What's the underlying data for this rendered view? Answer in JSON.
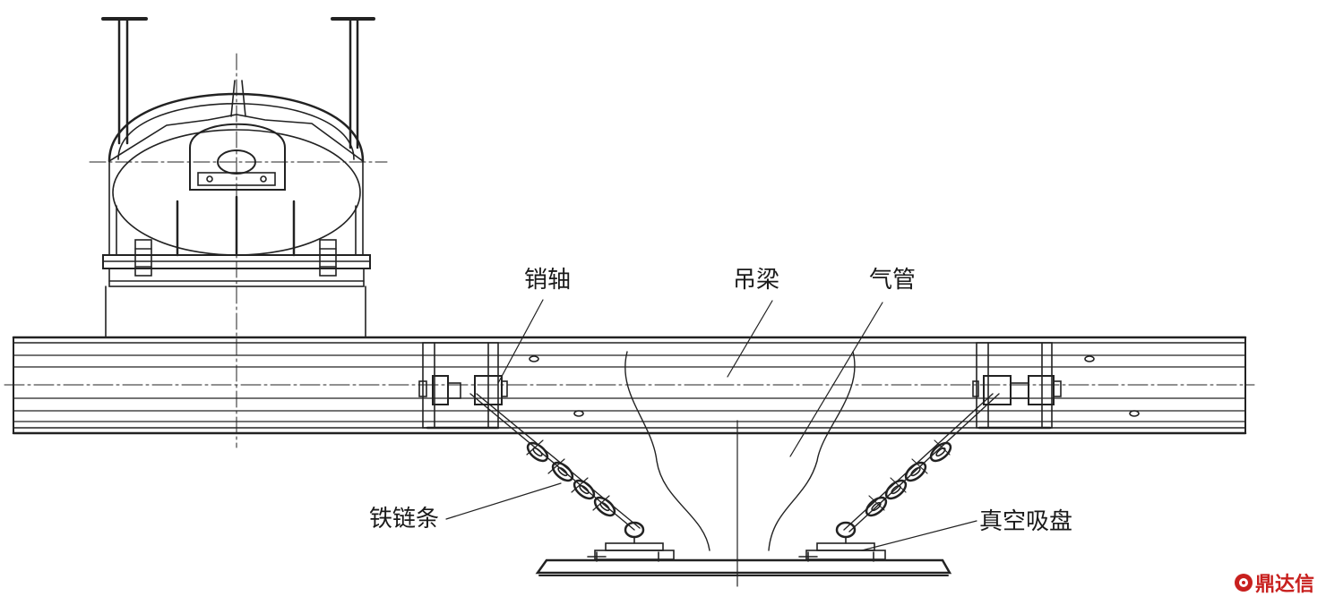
{
  "labels": {
    "pin": "销轴",
    "beam": "吊梁",
    "pipe": "气管",
    "chain": "铁链条",
    "sucker": "真空吸盘"
  },
  "watermark": {
    "text": "鼎达信",
    "color": "#c8201e"
  },
  "colors": {
    "line": "#222222",
    "background": "#ffffff"
  }
}
